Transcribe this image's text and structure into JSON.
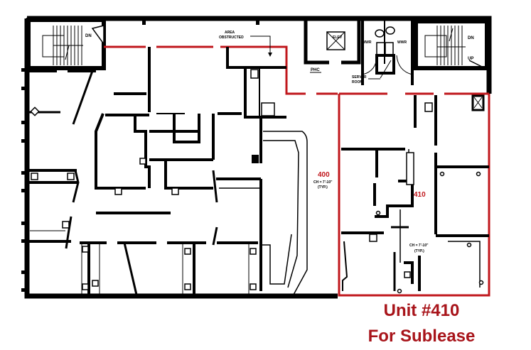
{
  "plan": {
    "suites": [
      {
        "number": "400",
        "ceiling": "CH = 7'-10\"",
        "note": "(TYP.)"
      },
      {
        "number": "410",
        "ceiling": "CH = 7'-10\"",
        "note": "(TYP.)"
      }
    ],
    "labels": {
      "area_obstructed_1": "AREA",
      "area_obstructed_2": "OBSTRUCTED",
      "elevator": "ELEV",
      "phc": "PHC",
      "mwr": "MWR",
      "wwr": "WWR",
      "server_1": "SERVER",
      "server_2": "ROOM",
      "stair_left_dn": "DN",
      "stair_right_dn": "DN",
      "stair_right_up": "UP"
    },
    "colors": {
      "wall": "#000000",
      "unit_outline": "#c0171c",
      "caption": "#a8141a"
    }
  },
  "caption": {
    "title": "Unit #410",
    "subtitle": "For Sublease"
  }
}
